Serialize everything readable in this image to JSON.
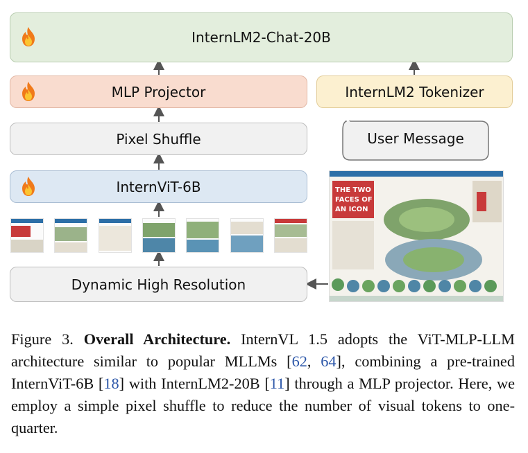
{
  "diagram": {
    "llm_label": "InternLM2-Chat-20B",
    "mlp_label": "MLP Projector",
    "tokenizer_label": "InternLM2 Tokenizer",
    "pixel_shuffle_label": "Pixel Shuffle",
    "user_message_label": "User Message",
    "vit_label": "InternViT-6B",
    "dynamic_label": "Dynamic High Resolution",
    "poster_title": "THE TWO FACES OF AN ICON",
    "trainable_icon": "fire-icon",
    "colors": {
      "llm_fill": "#e3eedd",
      "mlp_fill": "#f9dccf",
      "tokenizer_fill": "#fcf0d0",
      "vit_fill": "#dde8f3",
      "neutral_fill": "#f1f1f1",
      "arrow": "#555555"
    }
  },
  "caption": {
    "prefix": "Figure 3.",
    "bold": "Overall Architecture.",
    "text_1": "InternVL 1.5 adopts the ViT-MLP-LLM architecture similar to popular MLLMs [",
    "ref_62": "62",
    "sep_1": ", ",
    "ref_64": "64",
    "text_2": "], combining a pre-trained InternViT-6B [",
    "ref_18": "18",
    "text_3": "] with InternLM2-20B [",
    "ref_11": "11",
    "text_4": "] through a MLP projector. Here, we employ a simple pixel shuffle to reduce the number of visual tokens to one-quarter."
  }
}
